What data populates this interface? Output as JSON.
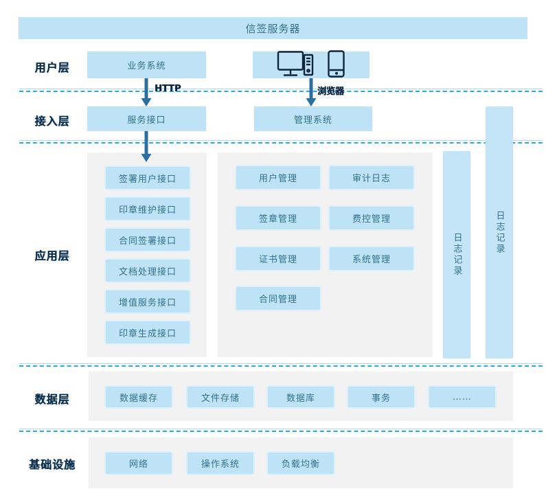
{
  "title": "信签服务器",
  "colors": {
    "box_fill": "#bee3f6",
    "bar_fill": "#c3e5f7",
    "panel_fill": "#f2f2f2",
    "dashed_line": "#29abe2",
    "box_text": "#31708f",
    "layer_label_text": "#0d2c49",
    "arrow": "#2c6f9e",
    "icon_stroke": "#0e2439"
  },
  "user_layer": {
    "label": "用户层",
    "business_system": "业务系统",
    "http_label": "HTTP",
    "browser_label": "浏览器",
    "terminal_icons": [
      "desktop-computer-icon",
      "smartphone-icon"
    ]
  },
  "access_layer": {
    "label": "接入层",
    "service_interface": "服务接口",
    "management_system": "管理系统"
  },
  "app_layer": {
    "label": "应用层",
    "interfaces": [
      "签署用户接口",
      "印章维护接口",
      "合同签署接口",
      "文档处理接口",
      "增值服务接口",
      "印章生成接口"
    ],
    "modules_col1": [
      "用户管理",
      "签章管理",
      "证书管理",
      "合同管理"
    ],
    "modules_col2": [
      "审计日志",
      "费控管理",
      "系统管理"
    ],
    "log_bar_inner": "日志记录",
    "log_bar_outer": "日志记录"
  },
  "data_layer": {
    "label": "数据层",
    "boxes": [
      "数据缓存",
      "文件存储",
      "数据库",
      "事务",
      "……"
    ]
  },
  "infra_layer": {
    "label": "基础设施",
    "boxes": [
      "网络",
      "操作系统",
      "负载均衡"
    ]
  }
}
